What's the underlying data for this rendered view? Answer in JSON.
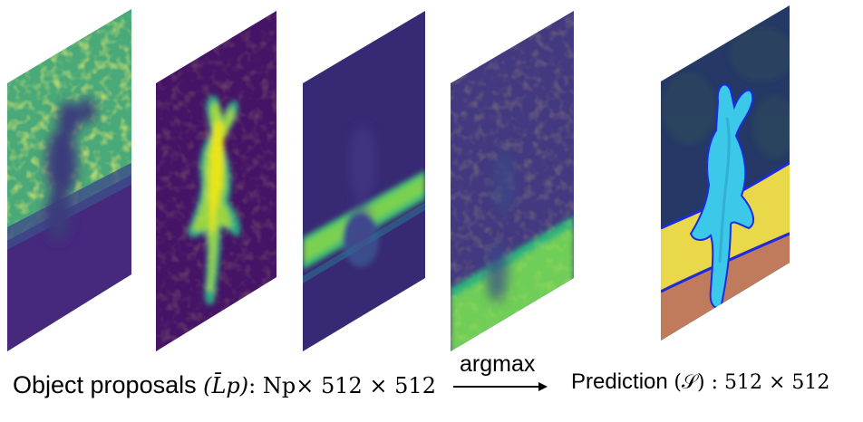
{
  "proposals": {
    "label": "Object proposals",
    "symbol": "(L̄p)",
    "shape": ": Np× 512 × 512"
  },
  "arrow": {
    "label": "argmax"
  },
  "prediction": {
    "label": "Prediction",
    "symbol": "(𝒮)",
    "shape": " : 512 × 512"
  },
  "colors": {
    "viridis_dark": "#440154",
    "viridis_mid": "#21918c",
    "viridis_light": "#5ec962",
    "viridis_yellow": "#fde725",
    "seg_sky": "#233a66",
    "seg_person": "#3cc8e8",
    "seg_field": "#e8d84a",
    "seg_ground": "#c07a5c",
    "seg_border": "#1a2be0"
  }
}
